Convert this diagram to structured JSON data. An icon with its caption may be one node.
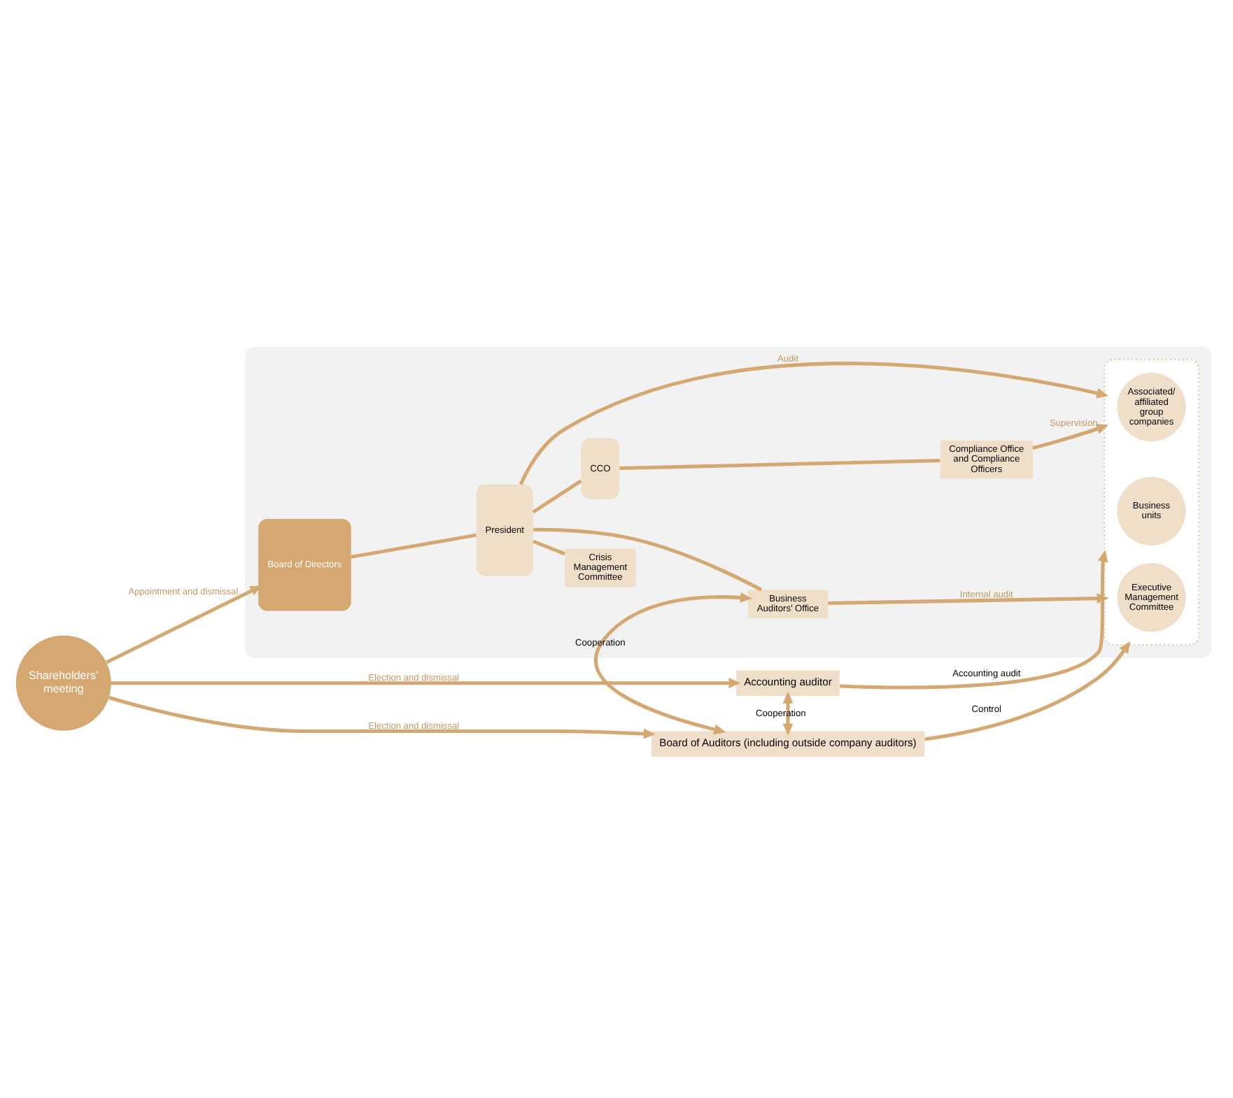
{
  "diagram": {
    "nodes": [
      {
        "text": [
          "Board of Auditors (including outside company auditors)"
        ]
      },
      {
        "text": [
          "Shareholders’ meeting"
        ]
      },
      {
        "text": [],
        "shape": "box"
      },
      {
        "text": [
          "Board of Directors"
        ],
        "in": 2
      },
      {
        "text": [
          "President"
        ],
        "in": 2
      },
      {
        "text": [
          "Business Auditors’ Office"
        ],
        "in": 2
      },
      {
        "text": [
          "CCO"
        ],
        "in": 2
      },
      {
        "text": [
          "Compliance Office and Compliance Officers"
        ],
        "in": 2
      },
      {
        "text": [
          "Crisis Management Committee"
        ],
        "in": 2
      },
      {
        "text": [],
        "shape": "box",
        "in": 2
      },
      {
        "text": [
          "Executive Management Committee"
        ],
        "in": 9
      },
      {
        "text": [
          "Associated/ affiliated group companies"
        ],
        "in": 9
      },
      {
        "text": [
          "Business units"
        ],
        "in": 9
      },
      {
        "text": [
          "Accounting auditor"
        ]
      }
    ],
    "edges": [
      {
        "from": 1,
        "to": 0,
        "arrow": "to",
        "label": "Election and dismissal"
      },
      {
        "from": 1,
        "to": 3,
        "arrow": "to",
        "label": "Appointment and dismissal"
      },
      {
        "from": 1,
        "to": 13,
        "arrow": "to",
        "label": "Election and dismissal"
      },
      {
        "from": 0,
        "to": 5,
        "arrow": "both",
        "label": "Cooperation"
      },
      {
        "from": 0,
        "to": 9,
        "arrow": "to",
        "label": "Control"
      },
      {
        "from": 13,
        "to": 0,
        "arrow": "both",
        "label": "Cooperation"
      },
      {
        "from": 3,
        "to": 4,
        "arrow": "none"
      },
      {
        "from": 4,
        "to": 5,
        "arrow": "none"
      },
      {
        "from": 5,
        "to": 9,
        "arrow": "to",
        "label": "Internal audit"
      },
      {
        "from": 4,
        "to": 9,
        "arrow": "to",
        "label": "Audit"
      },
      {
        "from": 4,
        "to": 6,
        "arrow": "none"
      },
      {
        "from": 6,
        "to": 7,
        "arrow": "none"
      },
      {
        "from": 7,
        "to": 9,
        "arrow": "to",
        "label": "Supervision"
      },
      {
        "from": 4,
        "to": 8,
        "arrow": "none"
      },
      {
        "from": 13,
        "to": 9,
        "arrow": "to",
        "label": "Accounting audit"
      }
    ]
  }
}
